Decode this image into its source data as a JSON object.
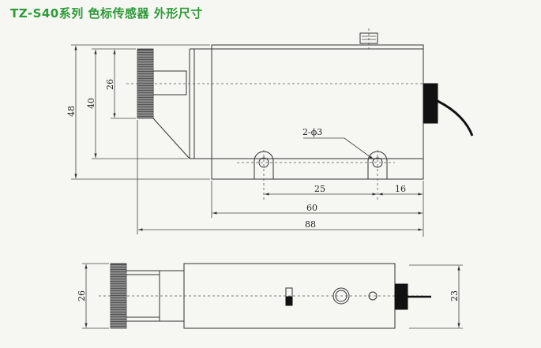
{
  "title": "TZ-S40系列 色标传感器  外形尺寸",
  "dimensions": {
    "d48": "48",
    "d40": "40",
    "d26_top": "26",
    "hole_label": "2-ϕ3",
    "d25": "25",
    "d16": "16",
    "d60": "60",
    "d88": "88",
    "d26_bottom": "26",
    "d23": "23"
  },
  "colors": {
    "title": "#2f9a3a",
    "background": "#f6f6f2",
    "line": "#333333"
  }
}
